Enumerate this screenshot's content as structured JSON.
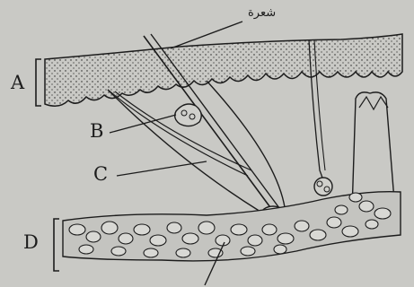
{
  "labels": {
    "hair": "شعرة",
    "A": "A",
    "B": "B",
    "C": "C",
    "D": "D"
  },
  "colors": {
    "background": "#c9c9c5",
    "ink": "#1c1c1c"
  }
}
